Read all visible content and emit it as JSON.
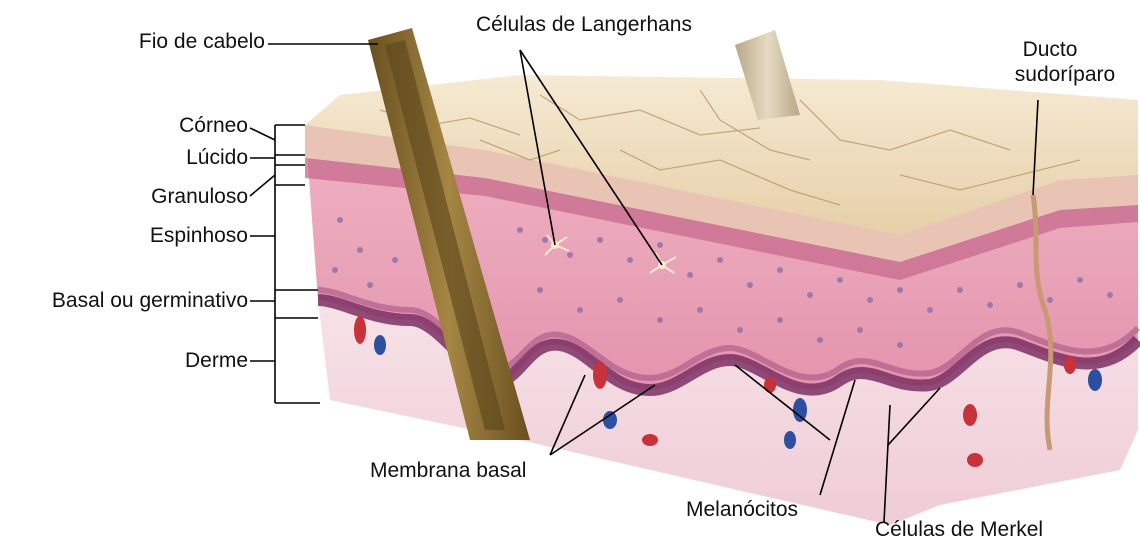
{
  "colors": {
    "surface": "#efe0c4",
    "epidermis": "#e9a8b9",
    "stratum_band": "#d77c9a",
    "basal_layer": "#8e3f72",
    "dermis": "#f3d8e0",
    "hair": "#8b6d33",
    "vessel_red": "#c8323a",
    "vessel_blue": "#2d4fa0",
    "leader_line": "#000000"
  },
  "labels": {
    "hair": "Fio de cabelo",
    "langerhans": "Células de Langerhans",
    "sweat_duct_line1": "Ducto",
    "sweat_duct_line2": "sudoríparo",
    "corneum": "Córneo",
    "lucidum": "Lúcido",
    "granulosum": "Granuloso",
    "spinosum": "Espinhoso",
    "basal": "Basal ou germinativo",
    "dermis": "Derme",
    "basement_membrane": "Membrana basal",
    "melanocytes": "Melanócitos",
    "merkel": "Células de Merkel"
  }
}
